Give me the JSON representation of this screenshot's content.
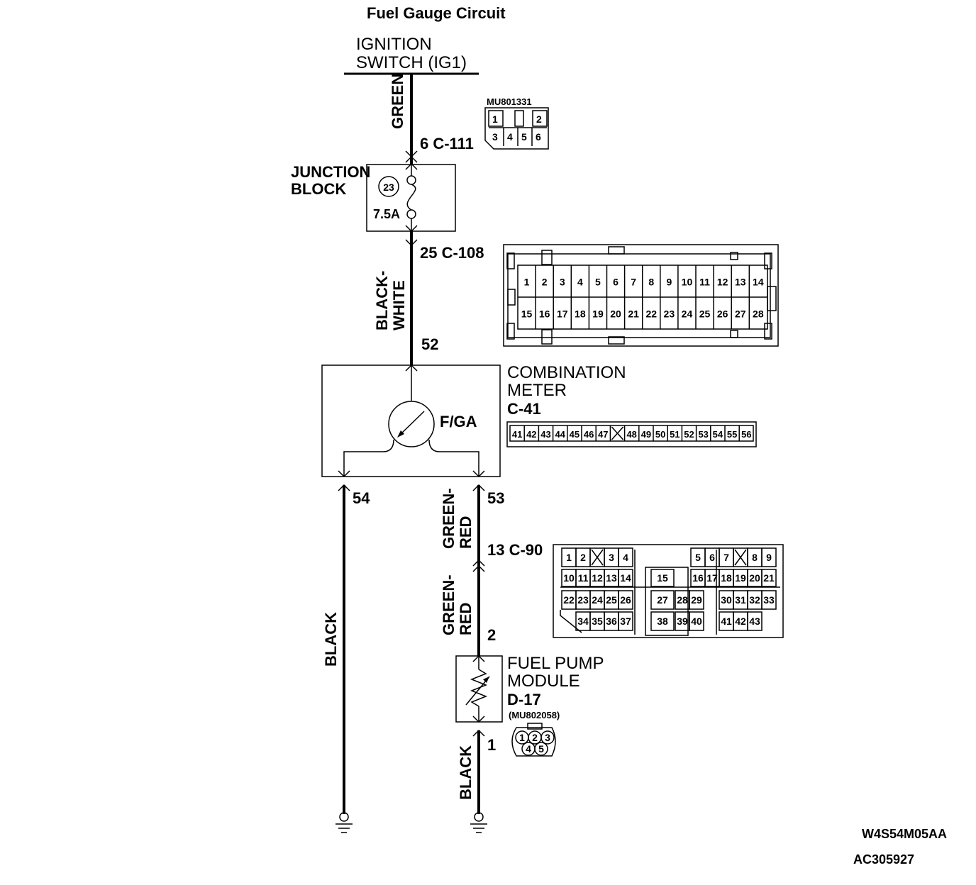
{
  "title": "Fuel Gauge Circuit",
  "source": {
    "line1": "IGNITION",
    "line2": "SWITCH (IG1)"
  },
  "wires": {
    "green": "GREEN",
    "black_white_1": "BLACK-",
    "black_white_2": "WHITE",
    "green_red_a_1": "GREEN-",
    "green_red_a_2": "RED",
    "green_red_b_1": "GREEN-",
    "green_red_b_2": "RED",
    "black_left": "BLACK",
    "black_right": "BLACK"
  },
  "connectors": {
    "c111": {
      "label": "6  C-111",
      "part": "MU801331",
      "pins_top": [
        "1",
        "2"
      ],
      "pins_bottom": [
        "3",
        "4",
        "5",
        "6"
      ]
    },
    "c108": {
      "label": "25  C-108",
      "row1": [
        "1",
        "2",
        "3",
        "4",
        "5",
        "6",
        "7",
        "8",
        "9",
        "10",
        "11",
        "12",
        "13",
        "14"
      ],
      "row2": [
        "15",
        "16",
        "17",
        "18",
        "19",
        "20",
        "21",
        "22",
        "23",
        "24",
        "25",
        "26",
        "27",
        "28"
      ]
    },
    "c41": {
      "pins": [
        "41",
        "42",
        "43",
        "44",
        "45",
        "46",
        "47",
        "",
        "48",
        "49",
        "50",
        "51",
        "52",
        "53",
        "54",
        "55",
        "56"
      ]
    },
    "c90": {
      "label": "13  C-90",
      "r1": [
        "1",
        "2",
        "",
        "3",
        "4",
        "5",
        "6",
        "7",
        "",
        "8",
        "9"
      ],
      "r2": [
        "10",
        "11",
        "12",
        "13",
        "14",
        "15",
        "16",
        "17",
        "18",
        "19",
        "20",
        "21"
      ],
      "r3": [
        "22",
        "23",
        "24",
        "25",
        "26",
        "27",
        "28",
        "29",
        "30",
        "31",
        "32",
        "33"
      ],
      "r4": [
        "34",
        "35",
        "36",
        "37",
        "38",
        "39",
        "40",
        "41",
        "42",
        "43"
      ]
    },
    "d17": {
      "part": "(MU802058)",
      "pins": [
        "1",
        "2",
        "3",
        "4",
        "5"
      ]
    }
  },
  "junction": {
    "line1": "JUNCTION",
    "line2": "BLOCK",
    "fuse_no": "23",
    "rating": "7.5A"
  },
  "meter": {
    "line1": "COMBINATION",
    "line2": "METER",
    "conn": "C-41",
    "gauge": "F/GA"
  },
  "pump": {
    "line1": "FUEL PUMP",
    "line2": "MODULE",
    "conn": "D-17"
  },
  "pins": {
    "p52": "52",
    "p54": "54",
    "p53": "53",
    "p2": "2",
    "p1": "1"
  },
  "codes": {
    "diagram": "W4S54M05AA",
    "ref": "AC305927"
  }
}
